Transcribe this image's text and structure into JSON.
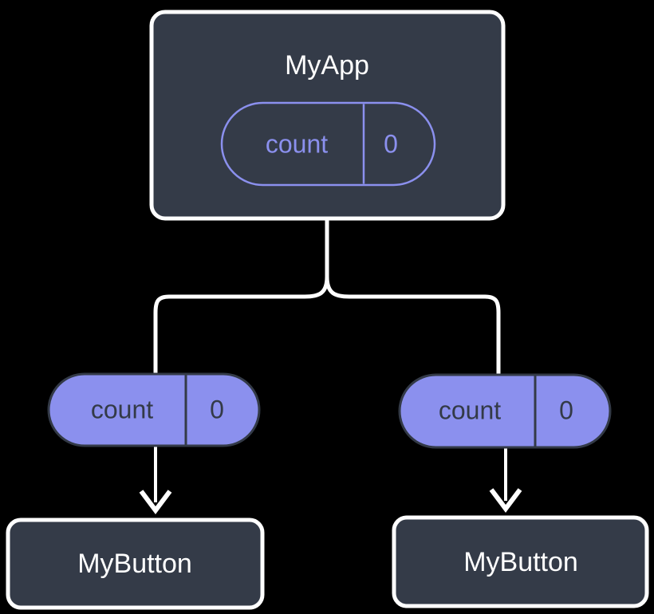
{
  "diagram": {
    "type": "component-state-tree",
    "background_color": "#000000",
    "colors": {
      "box_fill": "#343b48",
      "box_stroke": "#ffffff",
      "accent_purple": "#8b90ee",
      "text_light": "#ffffff",
      "text_dark": "#333a47",
      "edge": "#ffffff"
    },
    "root": {
      "label": "MyApp",
      "state_pill": {
        "key": "count",
        "value": "0",
        "style": "outlined"
      }
    },
    "branches": [
      {
        "state_pill": {
          "key": "count",
          "value": "0",
          "style": "filled"
        },
        "child": {
          "label": "MyButton"
        }
      },
      {
        "state_pill": {
          "key": "count",
          "value": "0",
          "style": "filled"
        },
        "child": {
          "label": "MyButton"
        }
      }
    ]
  }
}
